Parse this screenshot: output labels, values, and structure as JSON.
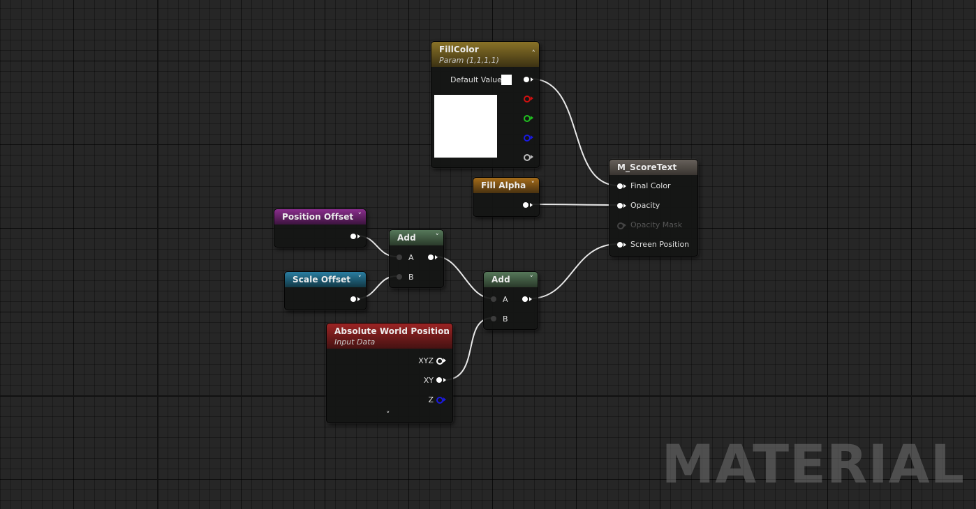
{
  "fill_color": {
    "title": "FillColor",
    "subtitle": "Param (1,1,1,1)",
    "default_value_label": "Default Value",
    "default_color": "#ffffff",
    "header_color": "#8a7327"
  },
  "fill_alpha": {
    "title": "Fill Alpha",
    "header_color": "#9a6418"
  },
  "position_offset": {
    "title": "Position Offset",
    "header_color": "#7b2a7e"
  },
  "scale_offset": {
    "title": "Scale Offset",
    "header_color": "#236e8e"
  },
  "add1": {
    "title": "Add",
    "pin_a": "A",
    "pin_b": "B",
    "header_color": "#4a6a45"
  },
  "add2": {
    "title": "Add",
    "pin_a": "A",
    "pin_b": "B",
    "header_color": "#4a6a45"
  },
  "abs_world": {
    "title": "Absolute World Position",
    "subtitle": "Input Data",
    "pins": [
      "XYZ",
      "XY",
      "Z"
    ],
    "header_color": "#8e2222"
  },
  "result": {
    "title": "M_ScoreText",
    "pins": [
      "Final Color",
      "Opacity",
      "Opacity Mask",
      "Screen Position"
    ],
    "header_color": "#5a534e"
  },
  "watermark": "MATERIAL"
}
